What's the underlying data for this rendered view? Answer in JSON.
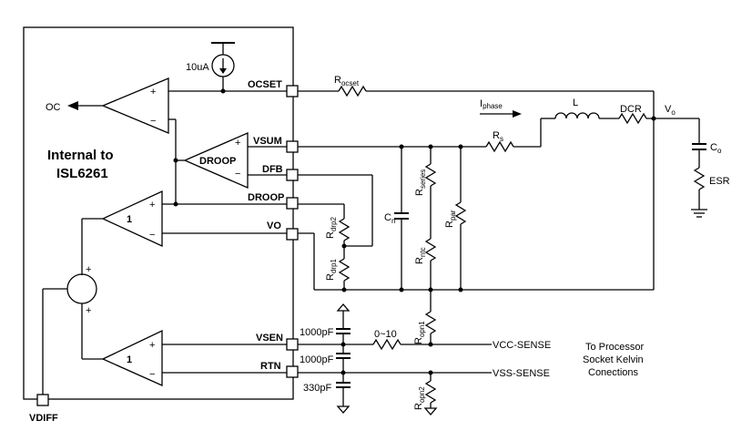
{
  "chip": {
    "title_line1": "Internal to",
    "title_line2": "ISL6261"
  },
  "pins": {
    "ocset": "OCSET",
    "vsum": "VSUM",
    "dfb": "DFB",
    "droop": "DROOP",
    "vo": "VO",
    "vsen": "VSEN",
    "rtn": "RTN",
    "vdiff": "VDIFF"
  },
  "amps": {
    "oc_output": "OC",
    "droop_amp": "DROOP",
    "gain1_top": "1",
    "gain1_bottom": "1",
    "plus": "+",
    "minus": "−"
  },
  "current_source": "10uA",
  "components": {
    "rocset": {
      "main": "R",
      "sub": "ocset"
    },
    "rs": {
      "main": "R",
      "sub": "s"
    },
    "inductor": "L",
    "dcr": "DCR",
    "vo": {
      "main": "V",
      "sub": "o"
    },
    "co": {
      "main": "C",
      "sub": "o"
    },
    "esr": "ESR",
    "cn": {
      "main": "C",
      "sub": "n"
    },
    "rseries": {
      "main": "R",
      "sub": "series"
    },
    "rntc": {
      "main": "R",
      "sub": "ntc"
    },
    "rpar": {
      "main": "R",
      "sub": "par"
    },
    "rdrp2": {
      "main": "R",
      "sub": "drp2"
    },
    "rdrp1": {
      "main": "R",
      "sub": "drp1"
    },
    "ropn1": {
      "main": "R",
      "sub": "opn1"
    },
    "ropn2": {
      "main": "R",
      "sub": "opn2"
    },
    "iphase": {
      "main": "I",
      "sub": "phase"
    },
    "cap_vsen": "1000pF",
    "cap_mid": "1000pF",
    "cap_rtn": "330pF",
    "r_0_10": "0~10"
  },
  "nets": {
    "vcc_sense": "VCC-SENSE",
    "vss_sense": "VSS-SENSE"
  },
  "note": {
    "line1": "To Processor",
    "line2": "Socket Kelvin",
    "line3": "Conections"
  }
}
